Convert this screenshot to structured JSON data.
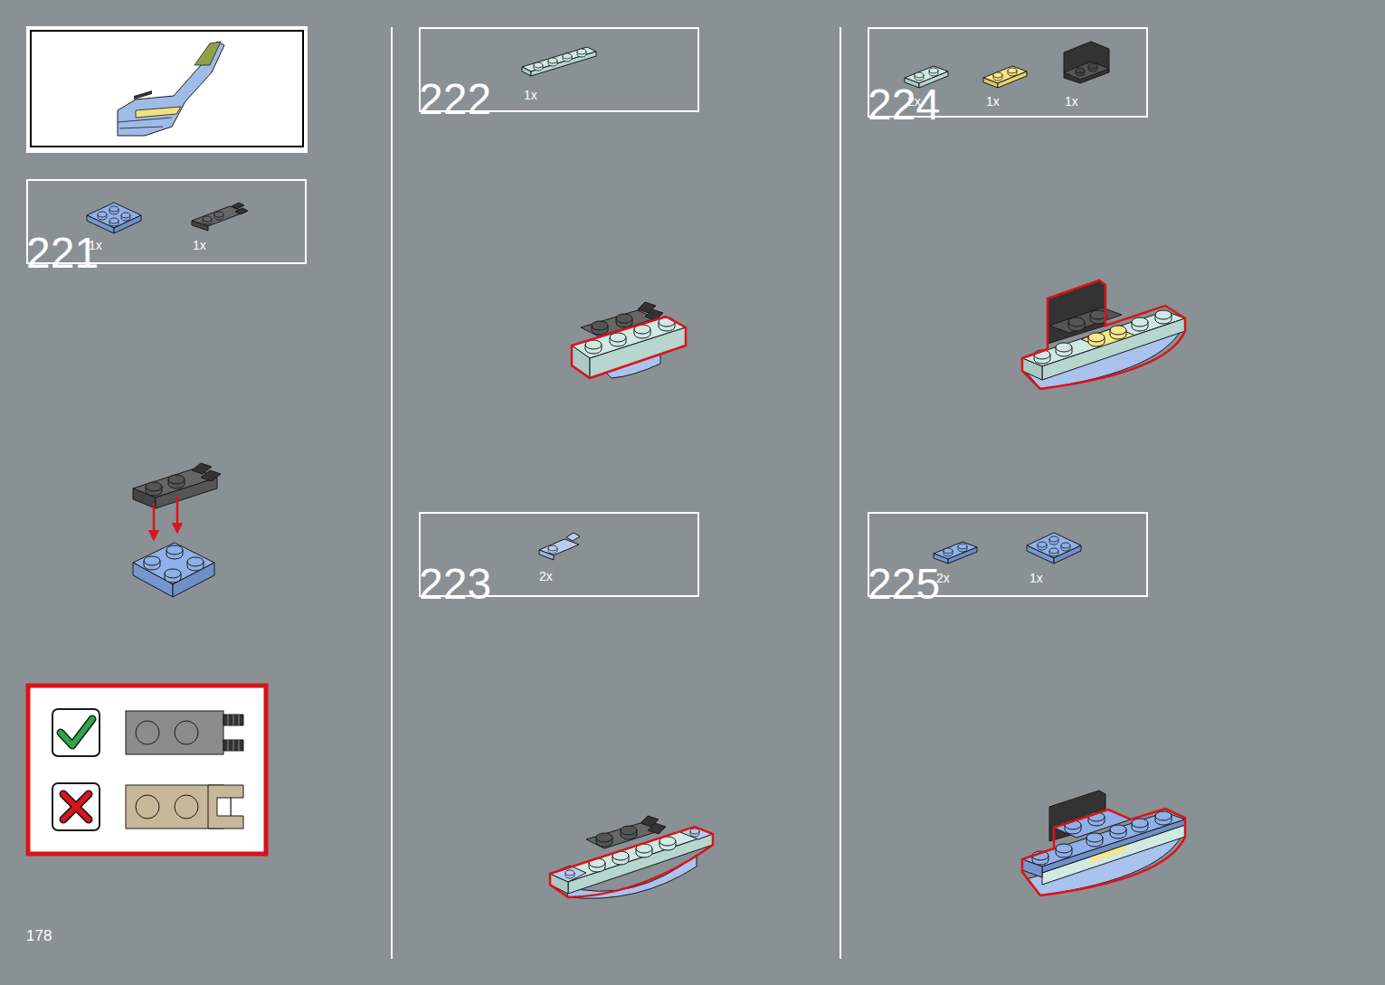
{
  "diagram": {
    "nodes": [
      {
        "text": [
          "1x",
          "1x"
        ]
      },
      {
        "text": [
          "1x"
        ]
      },
      {
        "text": [
          "2x"
        ]
      },
      {
        "text": [
          "2x",
          "1x",
          "1x"
        ]
      },
      {
        "text": [
          "2x",
          "1x"
        ]
      }
    ],
    "labels": [
      "221",
      "222",
      "223",
      "224",
      "225",
      "178"
    ]
  }
}
